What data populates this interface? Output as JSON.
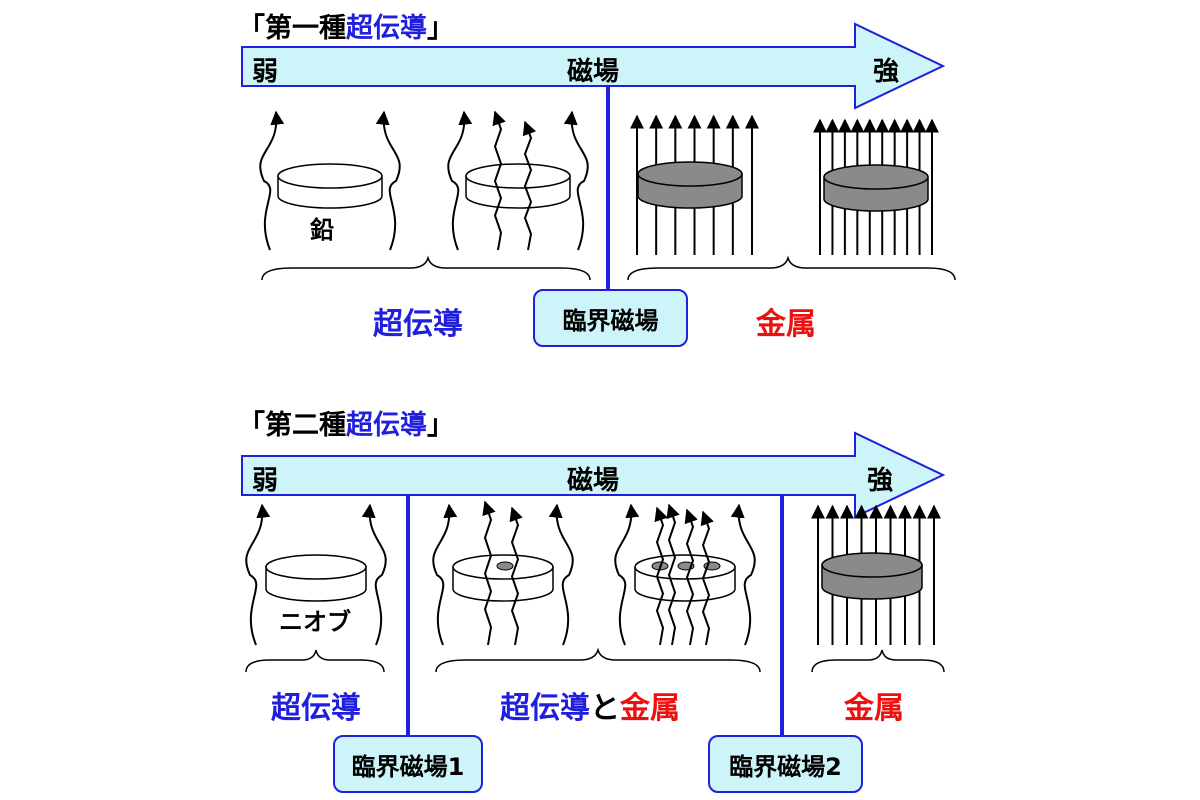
{
  "type1": {
    "title_open": "「第一種",
    "title_highlight": "超伝導",
    "title_close": "」",
    "axis": {
      "weak": "弱",
      "field": "磁場",
      "strong": "強"
    },
    "sample": "鉛",
    "states": {
      "superconductor": "超伝導",
      "metal": "金属"
    },
    "critical_field": "臨界磁場"
  },
  "type2": {
    "title_open": "「第二種",
    "title_highlight": "超伝導",
    "title_close": "」",
    "axis": {
      "weak": "弱",
      "field": "磁場",
      "strong": "強"
    },
    "sample": "ニオブ",
    "states": {
      "superconductor": "超伝導",
      "mixed_superconductor": "超伝導",
      "mixed_and": "と",
      "mixed_metal": "金属",
      "metal": "金属"
    },
    "critical_field_1": "臨界磁場1",
    "critical_field_2": "臨界磁場2"
  },
  "colors": {
    "arrow_fill": "#cdf4f8",
    "arrow_stroke": "#1f1fdd",
    "superconductor_text": "#1f1fdd",
    "metal_text": "#ee1111",
    "normal_disk": "#8a8a8a"
  }
}
